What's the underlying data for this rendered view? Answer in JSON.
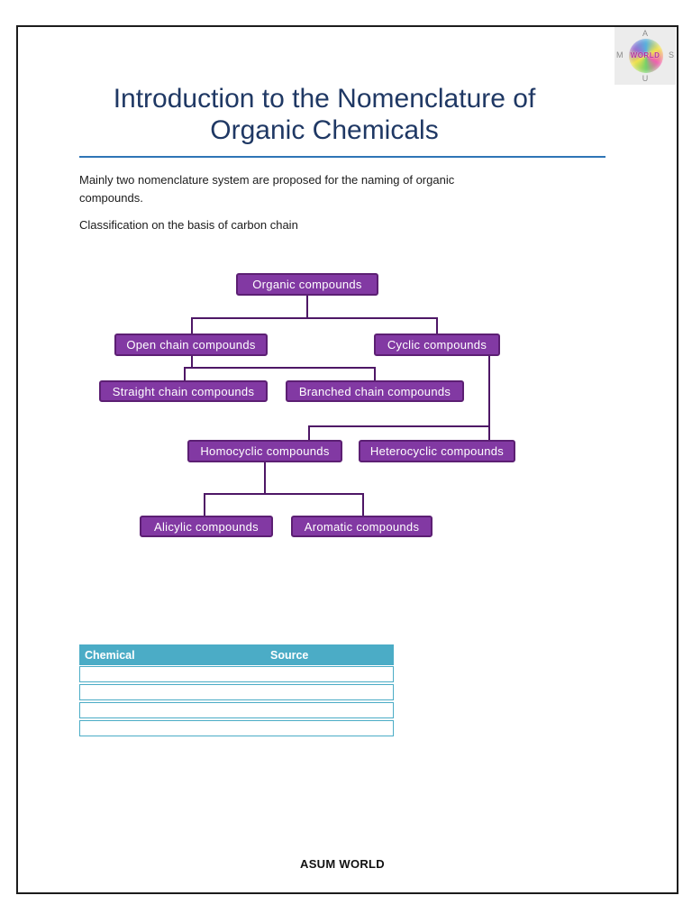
{
  "page": {
    "title_line1": "Introduction to the Nomenclature of",
    "title_line2": "Organic Chemicals",
    "paragraph1": "Mainly two nomenclature system are proposed for the naming of organic compounds.",
    "paragraph2": "Classification on the basis of carbon chain",
    "footer": "ASUM WORLD"
  },
  "logo": {
    "letter_top": "A",
    "letter_left": "M",
    "letter_right": "S",
    "letter_bottom": "U",
    "globe_word": "WORLD"
  },
  "flowchart": {
    "nodes": [
      {
        "id": "organic",
        "label": "Organic compounds"
      },
      {
        "id": "open-chain",
        "label": "Open chain compounds"
      },
      {
        "id": "cyclic",
        "label": "Cyclic compounds"
      },
      {
        "id": "straight-chain",
        "label": "Straight chain compounds"
      },
      {
        "id": "branched-chain",
        "label": "Branched chain compounds"
      },
      {
        "id": "homocyclic",
        "label": "Homocyclic compounds"
      },
      {
        "id": "heterocyclic",
        "label": "Heterocyclic compounds"
      },
      {
        "id": "alicylic",
        "label": "Alicylic compounds"
      },
      {
        "id": "aromatic",
        "label": "Aromatic compounds"
      }
    ],
    "colors": {
      "node_fill": "#8239a3",
      "node_border": "#5c1f73",
      "connector": "#4e1766"
    }
  },
  "table": {
    "headers": [
      "Chemical",
      "Source"
    ],
    "rows": [
      [
        "",
        ""
      ],
      [
        "",
        ""
      ],
      [
        "",
        ""
      ],
      [
        "",
        ""
      ]
    ],
    "header_bg": "#4bacc6",
    "border_color": "#4bacc6"
  },
  "colors": {
    "title_text": "#1f3864",
    "title_rule": "#2e75b6",
    "page_border": "#1c1c1c"
  }
}
